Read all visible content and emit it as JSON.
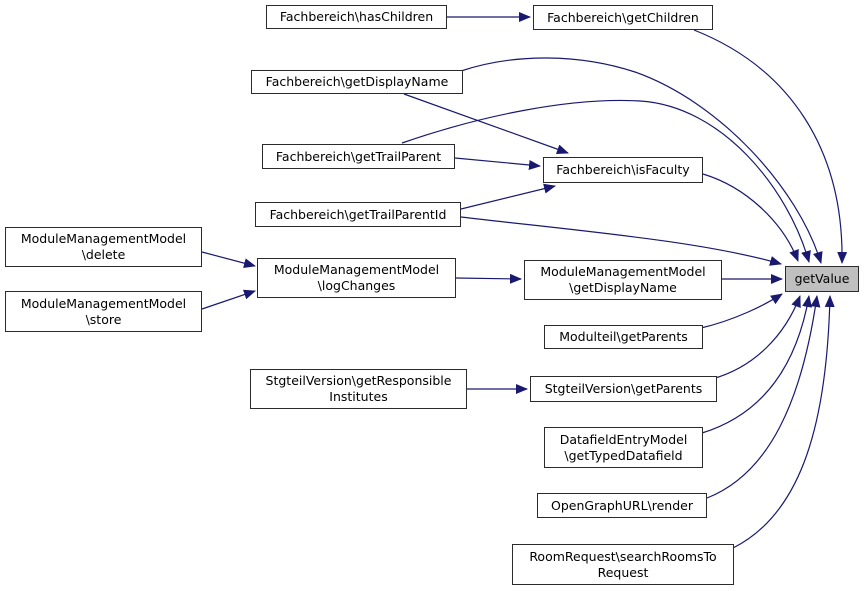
{
  "diagram": {
    "kind": "doxygen-call-graph",
    "colors": {
      "background": "#ffffff",
      "edge": "#191970",
      "node_border": "#2b2b2b",
      "node_fill": "#ffffff",
      "highlight_node_fill": "#bfbfbf",
      "text": "#000000"
    },
    "nodes": [
      {
        "id": "fachbereich-haschildren",
        "label": "Fachbereich\\hasChildren",
        "highlighted": false
      },
      {
        "id": "fachbereich-getchildren",
        "label": "Fachbereich\\getChildren",
        "highlighted": false
      },
      {
        "id": "fachbereich-getdisplayname",
        "label": "Fachbereich\\getDisplayName",
        "highlighted": false
      },
      {
        "id": "fachbereich-gettrailparent",
        "label": "Fachbereich\\getTrailParent",
        "highlighted": false
      },
      {
        "id": "fachbereich-isfaculty",
        "label": "Fachbereich\\isFaculty",
        "highlighted": false
      },
      {
        "id": "fachbereich-gettrailparentid",
        "label": "Fachbereich\\getTrailParentId",
        "highlighted": false
      },
      {
        "id": "mmm-delete",
        "label": "ModuleManagementModel\n\\delete",
        "highlighted": false
      },
      {
        "id": "mmm-store",
        "label": "ModuleManagementModel\n\\store",
        "highlighted": false
      },
      {
        "id": "mmm-logchanges",
        "label": "ModuleManagementModel\n\\logChanges",
        "highlighted": false
      },
      {
        "id": "mmm-getdisplayname",
        "label": "ModuleManagementModel\n\\getDisplayName",
        "highlighted": false
      },
      {
        "id": "modulteil-getparents",
        "label": "Modulteil\\getParents",
        "highlighted": false
      },
      {
        "id": "stgteilversion-getresponsibleinstitutes",
        "label": "StgteilVersion\\getResponsible\nInstitutes",
        "highlighted": false
      },
      {
        "id": "stgteilversion-getparents",
        "label": "StgteilVersion\\getParents",
        "highlighted": false
      },
      {
        "id": "datafieldentrymodel-gettypeddatafield",
        "label": "DatafieldEntryModel\n\\getTypedDatafield",
        "highlighted": false
      },
      {
        "id": "opengraphurl-render",
        "label": "OpenGraphURL\\render",
        "highlighted": false
      },
      {
        "id": "roomrequest-searchroomstorequest",
        "label": "RoomRequest\\searchRoomsTo\nRequest",
        "highlighted": false
      },
      {
        "id": "getvalue",
        "label": "getValue",
        "highlighted": true
      }
    ],
    "edges": [
      {
        "from": "fachbereich-haschildren",
        "to": "fachbereich-getchildren"
      },
      {
        "from": "fachbereich-getchildren",
        "to": "getvalue"
      },
      {
        "from": "fachbereich-getdisplayname",
        "to": "fachbereich-isfaculty"
      },
      {
        "from": "fachbereich-getdisplayname",
        "to": "getvalue"
      },
      {
        "from": "fachbereich-gettrailparent",
        "to": "fachbereich-isfaculty"
      },
      {
        "from": "fachbereich-gettrailparent",
        "to": "getvalue"
      },
      {
        "from": "fachbereich-gettrailparentid",
        "to": "fachbereich-isfaculty"
      },
      {
        "from": "fachbereich-gettrailparentid",
        "to": "getvalue"
      },
      {
        "from": "fachbereich-isfaculty",
        "to": "getvalue"
      },
      {
        "from": "mmm-delete",
        "to": "mmm-logchanges"
      },
      {
        "from": "mmm-store",
        "to": "mmm-logchanges"
      },
      {
        "from": "mmm-logchanges",
        "to": "mmm-getdisplayname"
      },
      {
        "from": "mmm-getdisplayname",
        "to": "getvalue"
      },
      {
        "from": "modulteil-getparents",
        "to": "getvalue"
      },
      {
        "from": "stgteilversion-getresponsibleinstitutes",
        "to": "stgteilversion-getparents"
      },
      {
        "from": "stgteilversion-getparents",
        "to": "getvalue"
      },
      {
        "from": "datafieldentrymodel-gettypeddatafield",
        "to": "getvalue"
      },
      {
        "from": "opengraphurl-render",
        "to": "getvalue"
      },
      {
        "from": "roomrequest-searchroomstorequest",
        "to": "getvalue"
      }
    ]
  }
}
